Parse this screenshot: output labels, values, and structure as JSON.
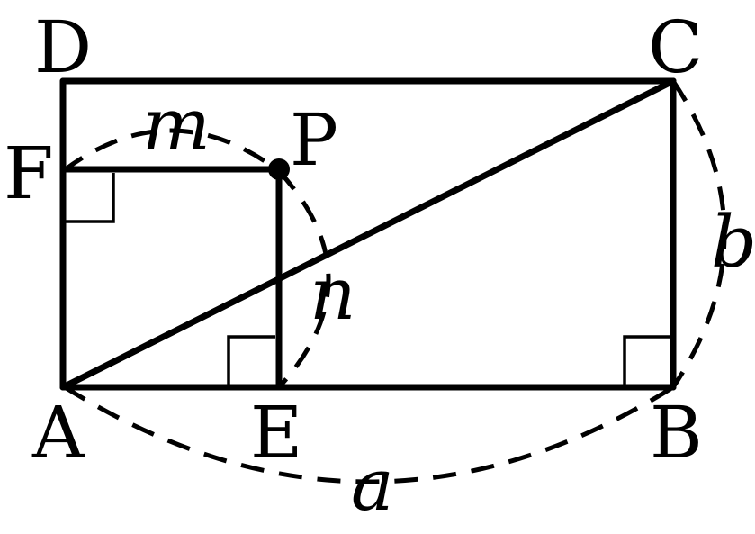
{
  "diagram": {
    "points": {
      "A": "A",
      "B": "B",
      "C": "C",
      "D": "D",
      "E": "E",
      "F": "F",
      "P": "P"
    },
    "lengths": {
      "a": "a",
      "b": "b",
      "m": "m",
      "n": "n"
    }
  }
}
